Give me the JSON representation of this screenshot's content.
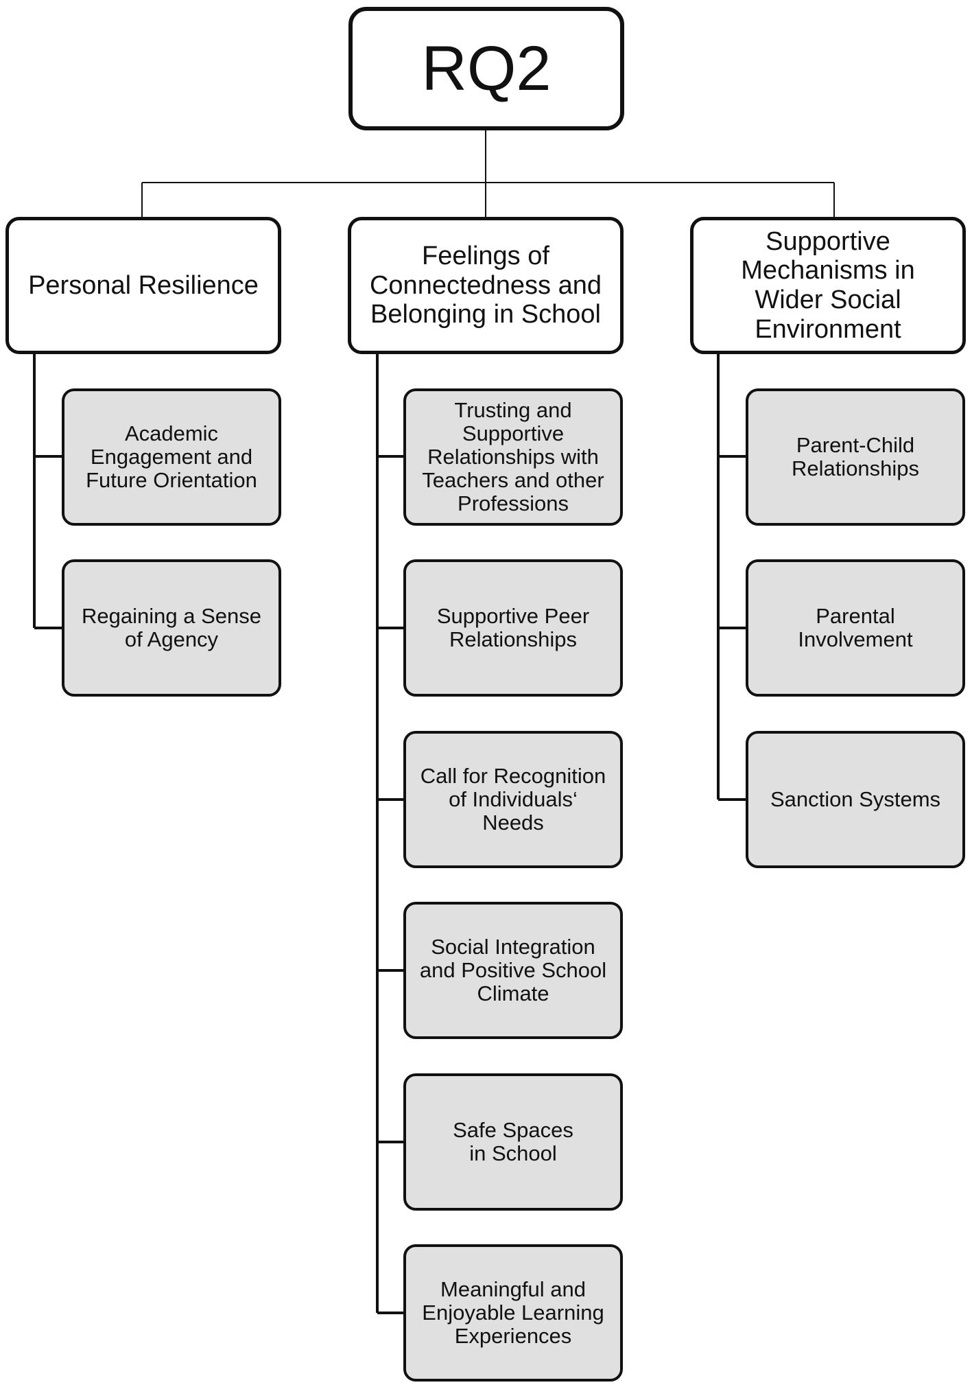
{
  "root": {
    "label": "RQ2"
  },
  "themes": [
    {
      "label": "Personal Resilience",
      "subthemes": [
        "Academic\nEngagement and\nFuture Orientation",
        "Regaining a Sense\nof Agency"
      ]
    },
    {
      "label": "Feelings of\nConnectedness and\nBelonging in School",
      "subthemes": [
        "Trusting and\nSupportive\nRelationships with\nTeachers and other\nProfessions",
        "Supportive Peer\nRelationships",
        "Call for Recognition\nof Individuals‘\nNeeds",
        "Social Integration\nand Positive School\nClimate",
        "Safe Spaces\nin School",
        "Meaningful and\nEnjoyable Learning\nExperiences"
      ]
    },
    {
      "label": "Supportive\nMechanisms in\nWider Social\nEnvironment",
      "subthemes": [
        "Parent-Child\nRelationships",
        "Parental\nInvolvement",
        "Sanction Systems"
      ]
    }
  ],
  "colors": {
    "subtheme_fill": "#e0e0e0",
    "line": "#111111"
  }
}
